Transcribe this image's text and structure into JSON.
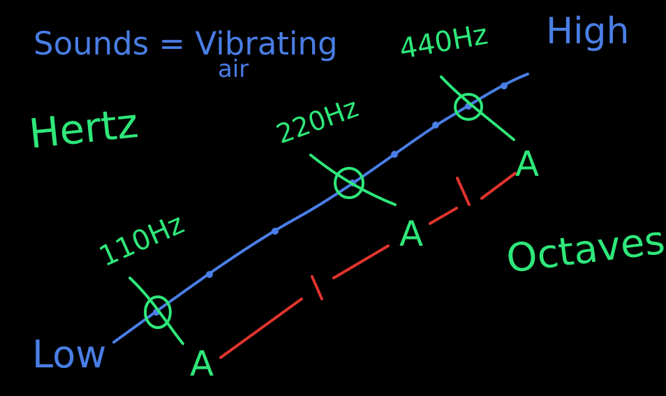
{
  "title": {
    "line1": "Sounds = Vibrating",
    "line2": "air"
  },
  "unit_label": "Hertz",
  "axis": {
    "low_label": "Low",
    "high_label": "High"
  },
  "frequencies": [
    {
      "label": "110Hz",
      "note": "A"
    },
    {
      "label": "220Hz",
      "note": "A"
    },
    {
      "label": "440Hz",
      "note": "A"
    }
  ],
  "octaves_label": "Octaves",
  "colors": {
    "background": "#000000",
    "blue": "#4a7ee6",
    "green": "#2ee87a",
    "red": "#e2342e"
  }
}
